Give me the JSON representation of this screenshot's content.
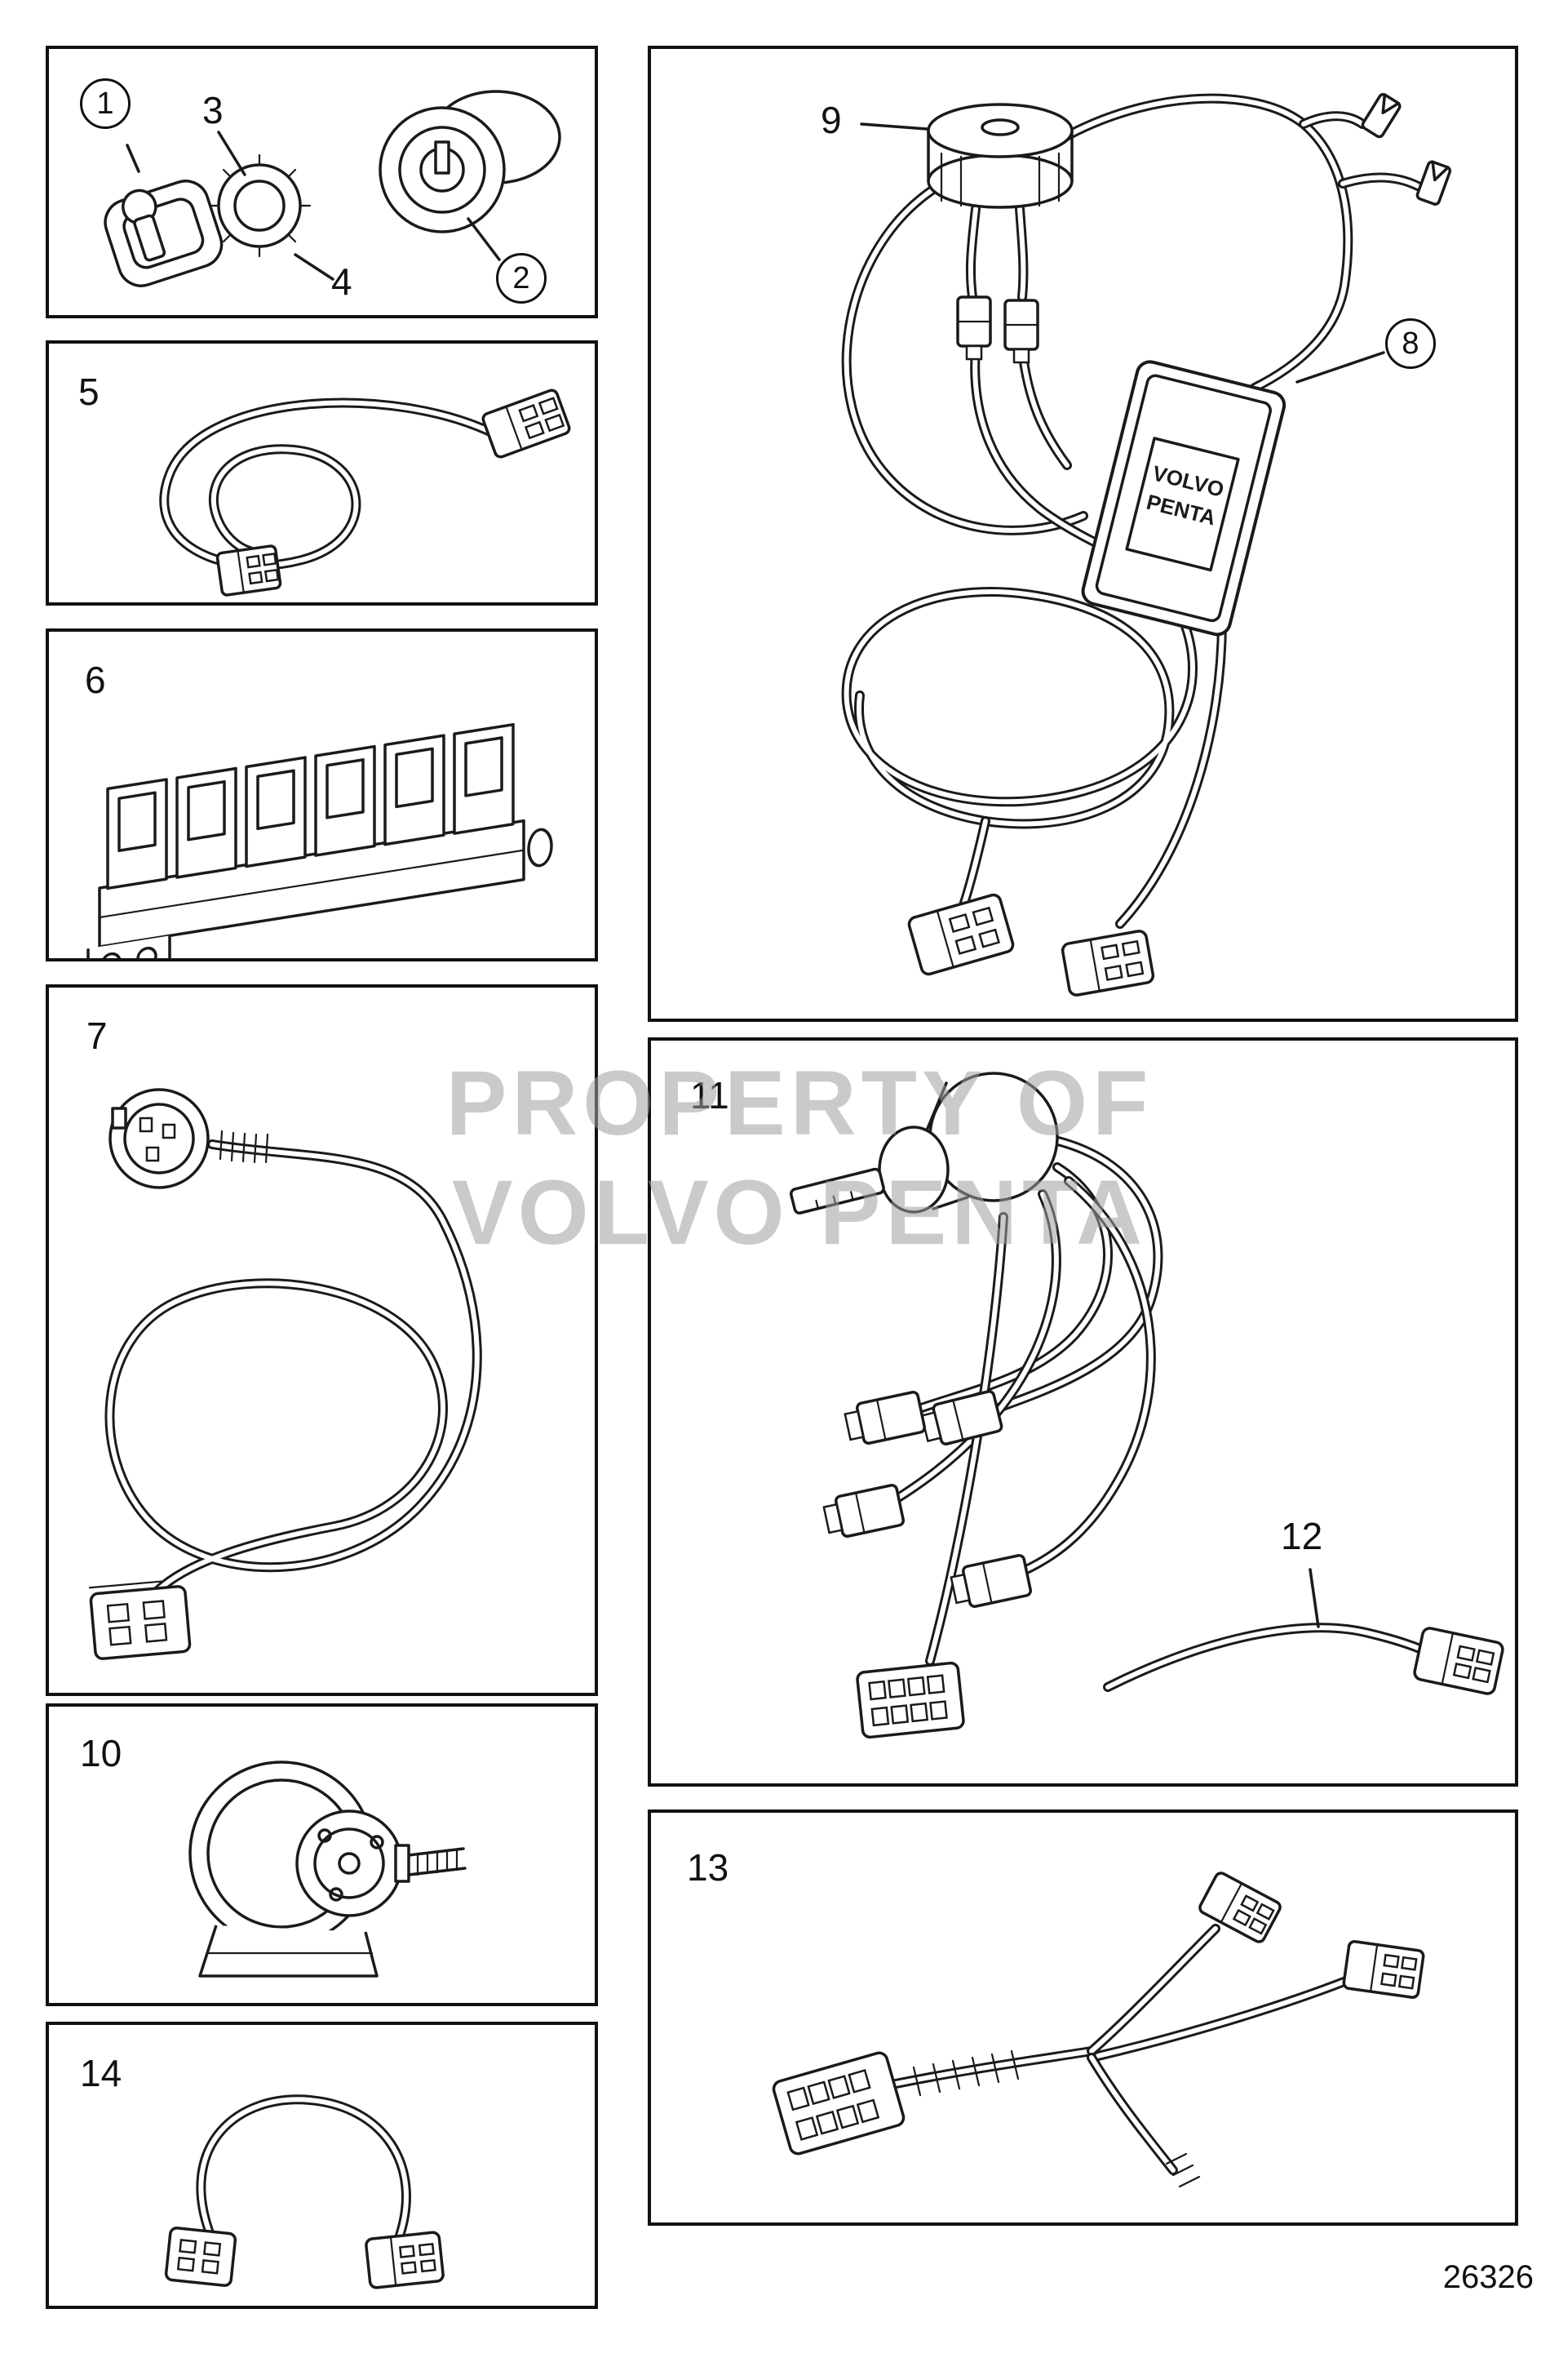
{
  "page": {
    "drawing_number": "26326"
  },
  "watermark": {
    "line1": "PROPERTY OF",
    "line2": "VOLVO PENTA"
  },
  "panels": {
    "ignition_switch": {
      "callout_key_cover": "1",
      "callout_switch": "2",
      "callout_ring_nut": "3",
      "callout_cover": "4"
    },
    "extension_cable": {
      "callout": "5"
    },
    "connector_block": {
      "callout": "6"
    },
    "main_harness": {
      "callout": "7"
    },
    "relay_assembly": {
      "callout_cap": "9",
      "callout_relay_box": "8",
      "relay_label_line1": "VOLVO",
      "relay_label_line2": "PENTA"
    },
    "sender": {
      "callout": "10"
    },
    "switch_harness": {
      "callout_switch_harness": "11",
      "callout_jumper_cable": "12"
    },
    "adapter_harness": {
      "callout": "13"
    },
    "jumper_cable": {
      "callout": "14"
    }
  }
}
